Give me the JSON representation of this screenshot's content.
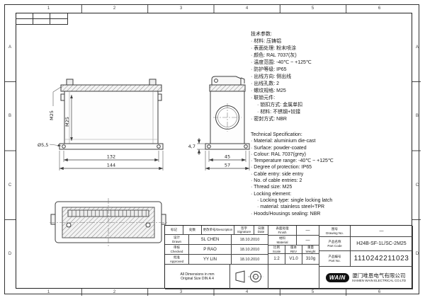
{
  "zones": {
    "cols": [
      "1",
      "2",
      "3",
      "4",
      "5",
      "6"
    ],
    "rows": [
      "A",
      "B",
      "C",
      "D"
    ]
  },
  "dims": {
    "m25_a": "M25",
    "m25_b": "M25",
    "hole": "Ø5,5",
    "w132": "132",
    "w144": "144",
    "w45": "45",
    "w57": "57",
    "t47": "4,7"
  },
  "specs_cn": {
    "title": "技术参数:",
    "lines": [
      "· 材料: 压铸铝",
      "· 表面处理: 粉末喷涂",
      "· 颜色: RAL 7037(灰)",
      "· 温度范围: -40℃ ~ +125℃",
      "· 防护等级: IP65",
      "· 出线方向: 侧出线",
      "· 出线孔数: 2",
      "· 螺纹规格: M25",
      "· 联锁元件:",
      "· 锁扣方式: 金属单扣",
      "· 材料: 不锈钢+铰接",
      "· 密封方式: NBR"
    ]
  },
  "specs_en": {
    "title": "Technical Specification:",
    "lines": [
      "· Material: aluminium die-cast",
      "· Surface: powder-coated",
      "· Colour: RAL 7037(grey)",
      "· Temperature range: -40℃ ~ +125℃",
      "· Degree of protection: IP65",
      "· Cable entry: side entry",
      "· No. of cable entries: 2",
      "· Thread size: M25",
      "· Locking element:",
      "· Locking type: single locking latch",
      "· material: stainless steel+TPR",
      "· Hoods/Housings sealing: NBR"
    ]
  },
  "tb": {
    "rev": {
      "mark": "标记",
      "qty": "处数",
      "desc": "更改单号/Description",
      "sign_cn": "签字",
      "sign_en": "Signature",
      "date_cn": "日期",
      "date_en": "Date"
    },
    "drawn": {
      "cn": "设计",
      "en": "Drawn",
      "name": "SL CHEN",
      "date": "18.10.2010"
    },
    "checked": {
      "cn": "审核",
      "en": "Checked",
      "name": "P RAO",
      "date": "18.10.2010"
    },
    "approved": {
      "cn": "批准",
      "en": "Approved",
      "name": "YY LIN",
      "date": "18.10.2010"
    },
    "finish": {
      "cn": "表面处理",
      "en": "Finish",
      "value": "—"
    },
    "material": {
      "cn": "材料",
      "en": "Material",
      "value": "—"
    },
    "scale": {
      "cn": "比例",
      "en": "Scale",
      "value": "1:2"
    },
    "version": {
      "cn": "版本",
      "en": "REV",
      "value": "V1.0"
    },
    "weight": {
      "cn": "重量",
      "en": "Weight",
      "value": "310g"
    },
    "drawing_no": {
      "cn": "图号",
      "en": "Drawing No.",
      "value": "—"
    },
    "part_code": {
      "cn": "产品名称",
      "en": "Part Code",
      "value": "H24B-SF-1L/SC-2M25"
    },
    "part_no": {
      "cn": "产品编号",
      "en": "Part No.",
      "value": "1110242211023"
    },
    "company": {
      "logo": "WAIN",
      "cn": "厦门唯恩电气有限公司",
      "en": "XIAMEN WAIN ELECTRICAL CO.LTD"
    },
    "notes": {
      "line1": "All Dimensions in mm",
      "line2": "Original Size DIN A 4"
    }
  }
}
